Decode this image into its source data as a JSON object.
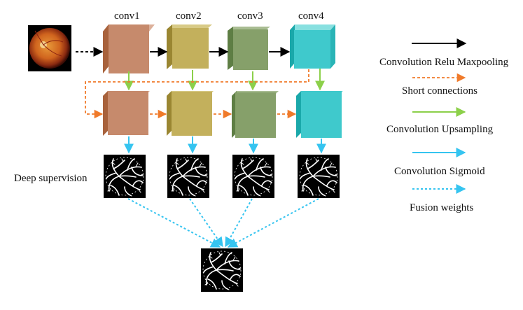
{
  "diagram": {
    "stage_labels": [
      "conv1",
      "conv2",
      "conv3",
      "conv4"
    ],
    "side_label": "Deep supervision",
    "stage_colors": {
      "conv1": "#c68a6c",
      "conv2": "#c3b05c",
      "conv3": "#86a06a",
      "conv4": "#3fc9cc"
    },
    "arrow_colors": {
      "conv_relu_maxpool": "#000000",
      "short": "#f07a2a",
      "upsample": "#8cd04a",
      "sigmoid": "#35c4f0",
      "fusion": "#35c4f0"
    },
    "input_image": "retina-fundus-photo",
    "output_images": "vessel-segmentation-map"
  },
  "legend": {
    "items": [
      {
        "label": "Convolution Relu Maxpooling",
        "style": "solid-black"
      },
      {
        "label": "Short connections",
        "style": "dashed-orange"
      },
      {
        "label": "Convolution Upsampling",
        "style": "solid-green"
      },
      {
        "label": "Convolution Sigmoid",
        "style": "solid-cyan"
      },
      {
        "label": "Fusion weights",
        "style": "dotted-cyan"
      }
    ]
  }
}
